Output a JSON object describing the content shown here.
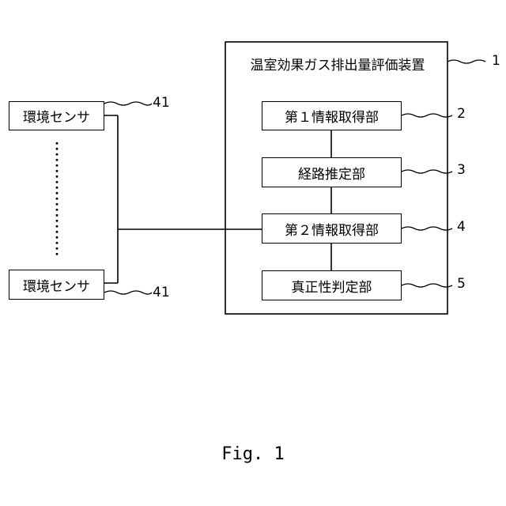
{
  "device": {
    "title": "温室効果ガス排出量評価装置",
    "ref": "1"
  },
  "units": [
    {
      "label": "第１情報取得部",
      "ref": "2"
    },
    {
      "label": "経路推定部",
      "ref": "3"
    },
    {
      "label": "第２情報取得部",
      "ref": "4"
    },
    {
      "label": "真正性判定部",
      "ref": "5"
    }
  ],
  "sensors": [
    {
      "label": "環境センサ",
      "ref": "41"
    },
    {
      "label": "環境センサ",
      "ref": "41"
    }
  ],
  "figure_caption": "Fig. 1"
}
